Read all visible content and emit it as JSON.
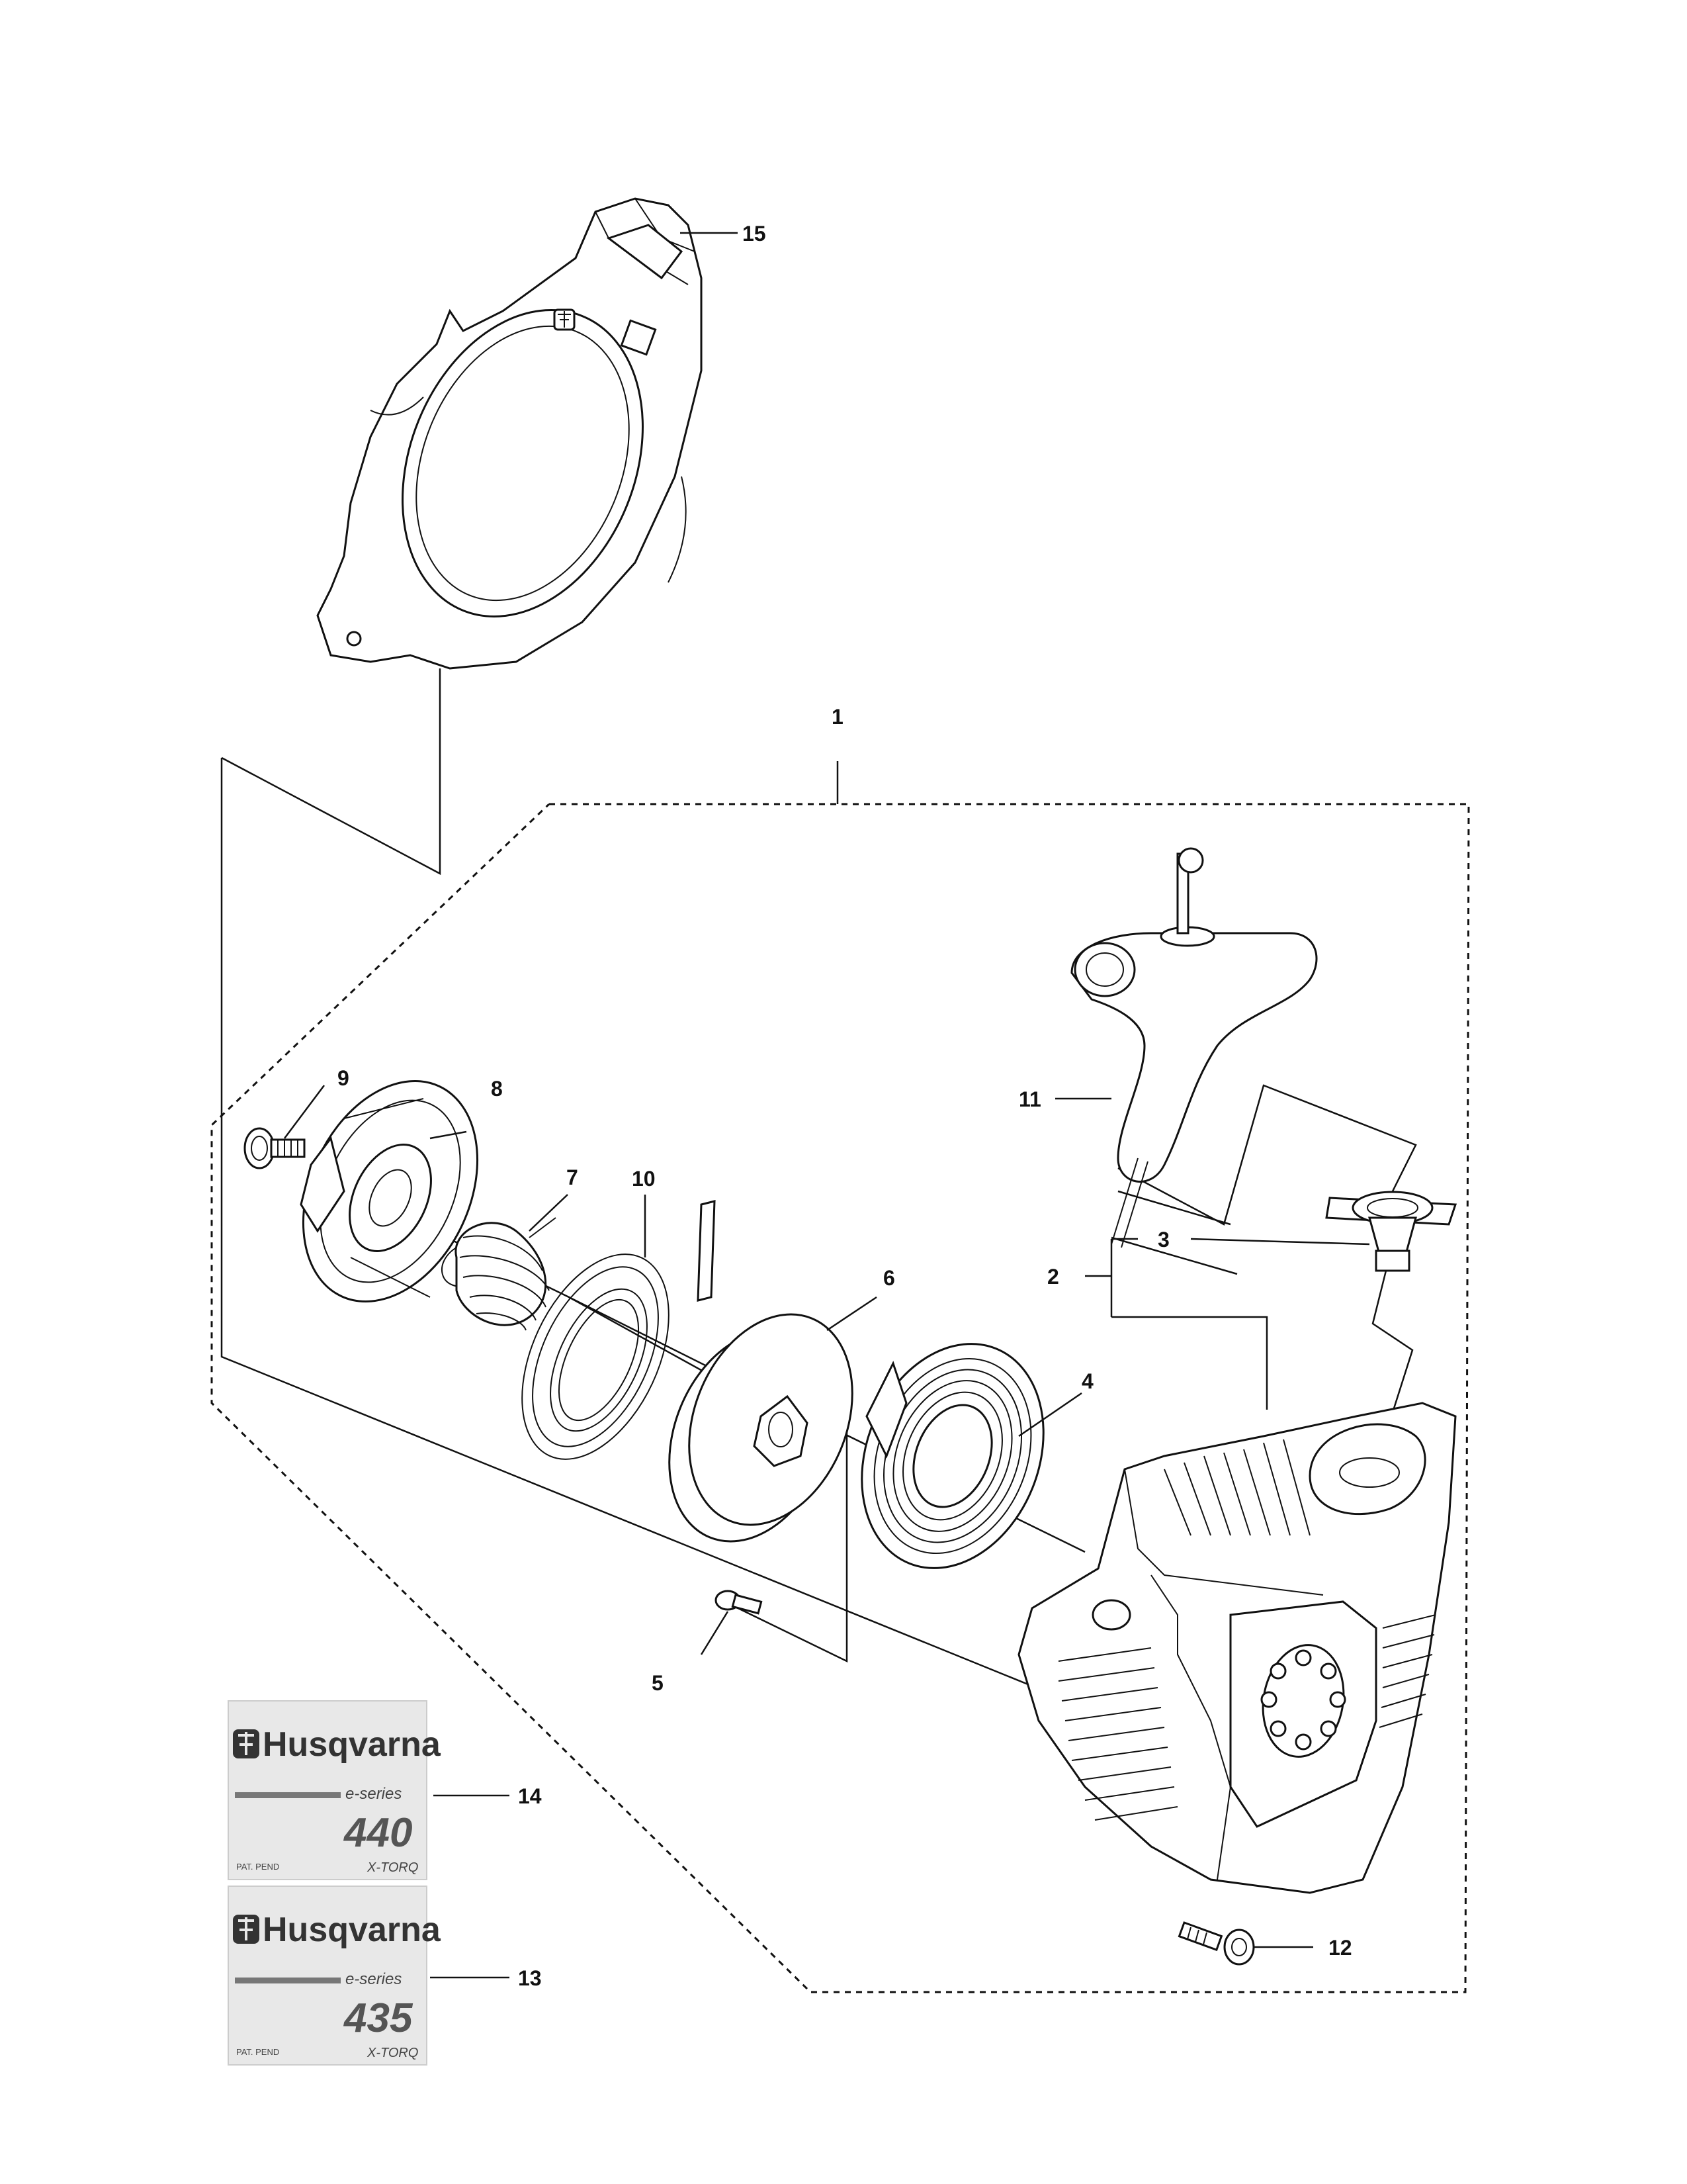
{
  "callouts": {
    "c1": "1",
    "c2": "2",
    "c3": "3",
    "c4": "4",
    "c5": "5",
    "c6": "6",
    "c7": "7",
    "c8": "8",
    "c9": "9",
    "c10": "10",
    "c11": "11",
    "c12": "12",
    "c13": "13",
    "c14": "14",
    "c15": "15"
  },
  "decals": {
    "decal_440": {
      "brand": "Husqvarna",
      "series": "e-series",
      "model": "440",
      "patent": "PAT. PEND",
      "engine": "X-TORQ"
    },
    "decal_435": {
      "brand": "Husqvarna",
      "series": "e-series",
      "model": "435",
      "patent": "PAT. PEND",
      "engine": "X-TORQ"
    }
  }
}
